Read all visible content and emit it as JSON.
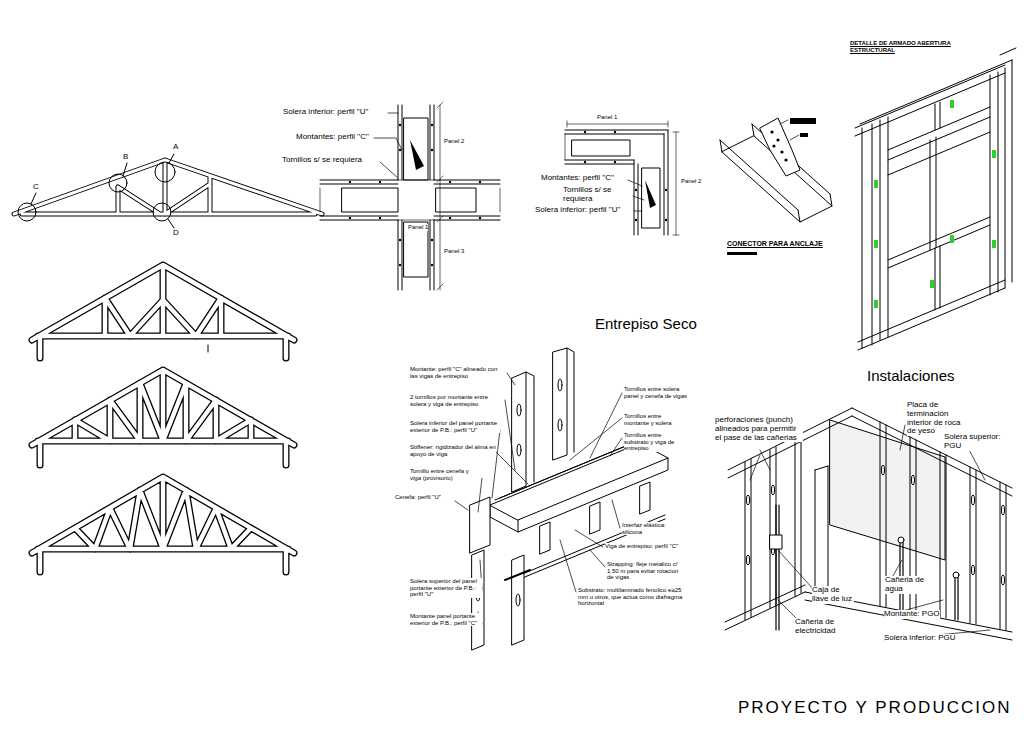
{
  "diagram": {
    "labels": [
      "A",
      "B",
      "C",
      "D",
      "Solera inferior: perfil \"U\"",
      "Montantes: perfil \"C\"",
      "Tornillos s/ se requiera",
      "Panel 2",
      "Panel 1",
      "Panel 3",
      "Panel 1",
      "Panel 2",
      "Montantes: perfil \"C\"",
      "Tornillos s/ se requiera",
      "Solera inferior: perfil \"U\"",
      "CONECTOR PARA ANCLAJE",
      "DETALLE DE ARMADO ABERTURA ESTRUCTURAL",
      "Entrepiso Seco",
      "Montante: perfil \"C\" alineado con las vigas de entrepiso",
      "2 tornillos por montante entre solera y viga de entrepiso",
      "Solera inferior del panel portante exterior de P.B.: perfil \"U\"",
      "Stiffener: rigidizador del alma en apoyo de viga",
      "Tornillo entre cenefa y viga (provisorio)",
      "Cenefa: perfil \"U\"",
      "Solera superior del panel portante exterior de P.B.: perfil \"U\"",
      "Montante panel portante exterior de P.B.: perfil \"C\"",
      "Tornillos entre solera panel y cenefa de vigas",
      "Tornillos entre montante y solera",
      "Tornillos entre substrato y viga de entrepiso",
      "Interfaz elástica: silicona",
      "Viga de entrepiso: perfil \"C\"",
      "Strapping: fleje metalico c/ 1.50 m para evitar rotacion de vigas",
      "Substrato: multilaminado fenolico e≥25 mm u otros, que actua como diafragma horizontal",
      "Instalaciones",
      "perforaciones (punch) alineados para permitir el pase de las cañerias",
      "Placa de terminación interior de roca de yeso",
      "Solera superior: PGU",
      "Caja de llave de luz",
      "Cañeria de electricidad",
      "Cañeria de agua",
      "Montante: PGO",
      "Solera inferior: PGU",
      "PROYECTO Y PRODUCCION"
    ]
  }
}
